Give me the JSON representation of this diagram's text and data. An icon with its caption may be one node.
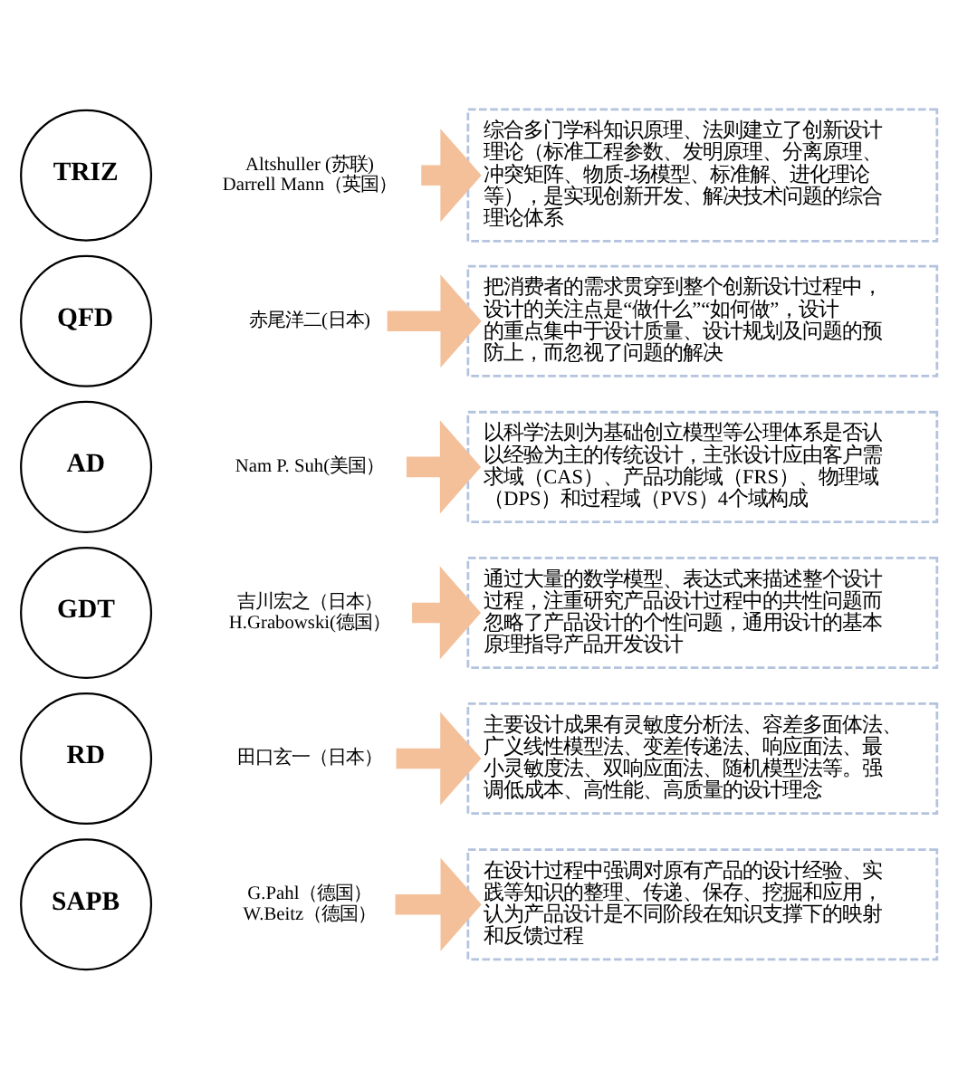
{
  "diagram": {
    "nodes": [
      {
        "text": [
          "TRIZ"
        ]
      },
      {
        "text": [
          "Altshuller (苏联)",
          "Darrell Mann（英国）"
        ]
      },
      {
        "text": [
          "综合多门学科知识原理、法则建立了创新设计理论（标准工程参数、发明原理、分离原理、冲突矩阵、物质-场模型、标准解、进化理论等），是实现创新开发、解决技术问题的综合理论体系"
        ]
      },
      {
        "text": [
          "QFD"
        ]
      },
      {
        "text": [
          "赤尾洋二(日本)"
        ]
      },
      {
        "text": [
          "把消费者的需求贯穿到整个创新设计过程中，设计的关注点是“做什么”“如何做”，设计的重点集中于设计质量、设计规划及问题的预防上，而忽视了问题的解决"
        ]
      },
      {
        "text": [
          "AD"
        ]
      },
      {
        "text": [
          "Nam P. Suh(美国）"
        ]
      },
      {
        "text": [
          "以科学法则为基础创立模型等公理体系是否认以经验为主的传统设计，主张设计应由客户需求域（CAS）、产品功能域（FRS）、物理域（DPS）和过程域（PVS）4个域构成"
        ]
      },
      {
        "text": [
          "GDT"
        ]
      },
      {
        "text": [
          "吉川宏之（日本）",
          "H.Grabowski(德国）"
        ]
      },
      {
        "text": [
          "通过大量的数学模型、表达式来描述整个设计过程，注重研究产品设计过程中的共性问题而忽略了产品设计的个性问题，通用设计的基本原理指导产品开发设计"
        ]
      },
      {
        "text": [
          "RD"
        ]
      },
      {
        "text": [
          "田口玄一（日本）"
        ]
      },
      {
        "text": [
          "主要设计成果有灵敏度分析法、容差多面体法、广义线性模型法、变差传递法、响应面法、最小灵敏度法、双响应面法、随机模型法等。强调低成本、高性能、高质量的设计理念"
        ]
      },
      {
        "text": [
          "SAPB"
        ]
      },
      {
        "text": [
          "G.Pahl（德国）",
          "W.Beitz（德国）"
        ]
      },
      {
        "text": [
          "在设计过程中强调对原有产品的设计经验、实践等知识的整理、传递、保存、挖掘和应用，认为产品设计是不同阶段在知识支撑下的映射和反馈过程"
        ]
      }
    ],
    "edges": [
      {
        "from": 1,
        "to": 2,
        "arrow": "to"
      },
      {
        "from": 4,
        "to": 5,
        "arrow": "to"
      },
      {
        "from": 7,
        "to": 8,
        "arrow": "to"
      },
      {
        "from": 10,
        "to": 11,
        "arrow": "to"
      },
      {
        "from": 13,
        "to": 14,
        "arrow": "to"
      },
      {
        "from": 16,
        "to": 17,
        "arrow": "to"
      }
    ]
  }
}
